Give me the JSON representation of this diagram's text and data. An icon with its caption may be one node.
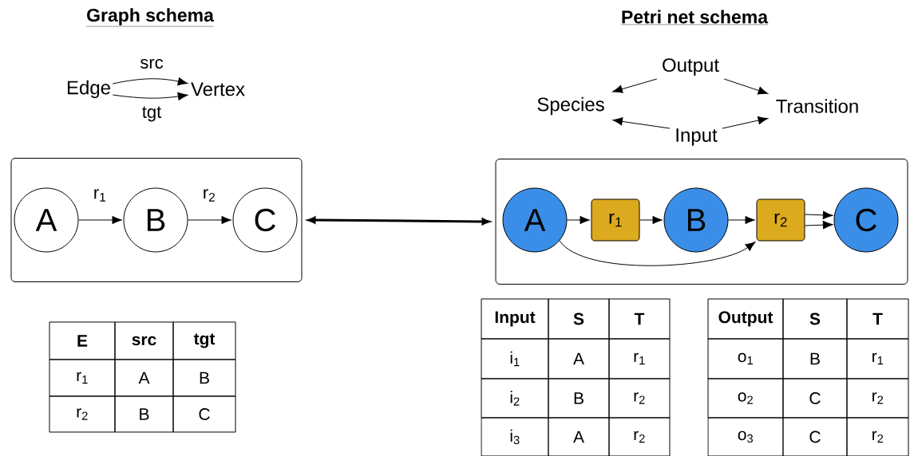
{
  "diagram": {
    "nodes": [
      {
        "text": [
          "Edge"
        ]
      },
      {
        "text": [
          "Vertex"
        ]
      },
      {
        "text": [
          "Species"
        ]
      },
      {
        "text": [
          "Transition"
        ]
      },
      {
        "text": [
          "Output"
        ]
      },
      {
        "text": [
          "Input"
        ]
      },
      {
        "text": [],
        "shape": "box"
      },
      {
        "text": [
          "A"
        ],
        "in": 6
      },
      {
        "text": [
          "B"
        ],
        "in": 6
      },
      {
        "text": [
          "C"
        ],
        "in": 6
      },
      {
        "text": [],
        "shape": "box"
      },
      {
        "text": [
          "A"
        ],
        "in": 10
      },
      {
        "text": [
          "r$_{1}$"
        ],
        "in": 10
      },
      {
        "text": [
          "B"
        ],
        "in": 10
      },
      {
        "text": [
          "r$_{2}$"
        ],
        "in": 10
      },
      {
        "text": [
          "C"
        ],
        "in": 10
      }
    ],
    "edges": [
      {
        "from": 0,
        "to": 1,
        "arrow": "to",
        "label": "src"
      },
      {
        "from": 0,
        "to": 1,
        "arrow": "to",
        "label": "tgt"
      },
      {
        "from": 4,
        "to": 2,
        "arrow": "to"
      },
      {
        "from": 4,
        "to": 3,
        "arrow": "to"
      },
      {
        "from": 5,
        "to": 2,
        "arrow": "to"
      },
      {
        "from": 5,
        "to": 3,
        "arrow": "to"
      },
      {
        "from": 7,
        "to": 8,
        "arrow": "to",
        "label": "r$_{1}$"
      },
      {
        "from": 8,
        "to": 9,
        "arrow": "to",
        "label": "r$_{2}$"
      },
      {
        "from": 6,
        "to": 10,
        "arrow": "both",
        "style": "thick"
      },
      {
        "from": 11,
        "to": 12,
        "arrow": "to"
      },
      {
        "from": 12,
        "to": 13,
        "arrow": "to"
      },
      {
        "from": 13,
        "to": 14,
        "arrow": "to"
      },
      {
        "from": 11,
        "to": 14,
        "arrow": "to"
      },
      {
        "from": 14,
        "to": 15,
        "arrow": "to"
      },
      {
        "from": 14,
        "to": 15,
        "arrow": "to"
      }
    ],
    "labels": [
      "Graph schema",
      "Petri net schema",
      "E",
      "src",
      "tgt",
      "r$_{1}$",
      "A",
      "B",
      "r$_{2}$",
      "B",
      "C",
      "Input",
      "S",
      "T",
      "i$_{1}$",
      "A",
      "r$_{1}$",
      "i$_{2}$",
      "B",
      "r$_{2}$",
      "i$_{3}$",
      "A",
      "r$_{2}$",
      "Output",
      "S",
      "T",
      "o$_{1}$",
      "B",
      "r$_{1}$",
      "o$_{2}$",
      "C",
      "r$_{2}$",
      "o$_{3}$",
      "C",
      "r$_{2}$"
    ]
  }
}
